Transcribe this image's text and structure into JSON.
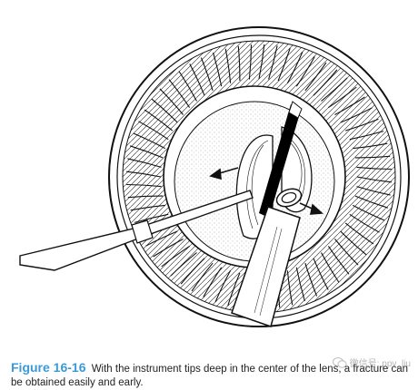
{
  "figure": {
    "label": "Figure 16-16",
    "caption": "With the instrument tips deep in the center of the lens, a fracture can be obtained easily and early."
  },
  "watermark": {
    "text": "微信号: ppv_liu",
    "icon": "wechat-icon"
  }
}
